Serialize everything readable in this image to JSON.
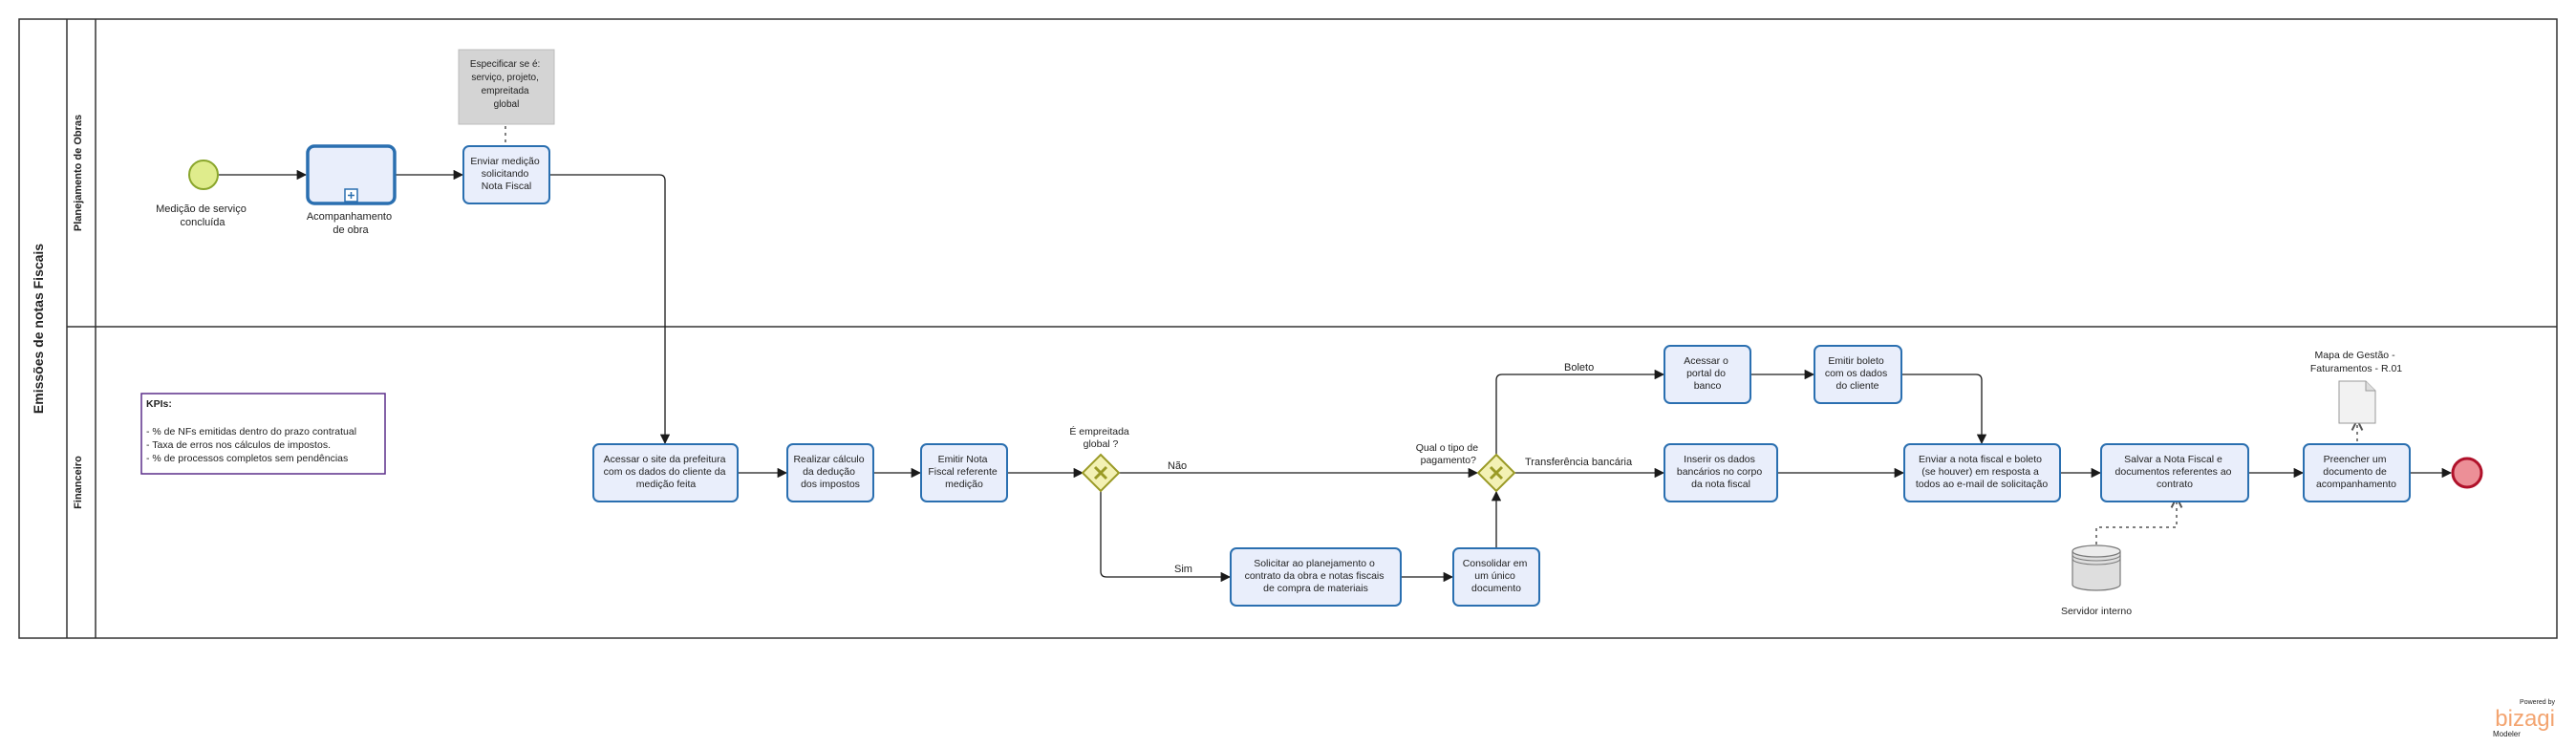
{
  "pool": {
    "name": "Emissões de notas Fiscais"
  },
  "lanes": [
    {
      "name": "Planejamento de Obras"
    },
    {
      "name": "Financeiro"
    }
  ],
  "events": {
    "start": {
      "label": [
        "Medição de serviço",
        "concluída"
      ],
      "color": "#dfec8c"
    },
    "end": {
      "color": "#ec8f97"
    }
  },
  "tasks": {
    "subprocess": [
      "Acompanhamento",
      "de obra"
    ],
    "enviar_medicao": [
      "Enviar medição",
      "solicitando",
      "Nota Fiscal"
    ],
    "acessar_site": [
      "Acessar o site da prefeitura",
      "com os dados do cliente da",
      "medição feita"
    ],
    "realizar_calculo": [
      "Realizar cálculo",
      "da dedução",
      "dos impostos"
    ],
    "emitir_nf": [
      "Emitir Nota",
      "Fiscal referente",
      "medição"
    ],
    "solicitar_planejamento": [
      "Solicitar ao planejamento o",
      "contrato da obra e notas fiscais",
      "de compra de materiais"
    ],
    "consolidar": [
      "Consolidar em",
      "um único",
      "documento"
    ],
    "acessar_portal": [
      "Acessar o",
      "portal do",
      "banco"
    ],
    "emitir_boleto": [
      "Emitir boleto",
      "com os dados",
      "do cliente"
    ],
    "inserir_dados": [
      "Inserir os dados",
      "bancários no corpo",
      "da nota fiscal"
    ],
    "enviar_nota": [
      "Enviar a nota fiscal e boleto",
      "(se houver) em resposta a",
      "todos ao e-mail de solicitação"
    ],
    "salvar_nota": [
      "Salvar a Nota Fiscal e",
      "documentos referentes ao",
      "contrato"
    ],
    "preencher": [
      "Preencher um",
      "documento de",
      "acompanhamento"
    ]
  },
  "gateways": {
    "empreitada": {
      "label": [
        "É empreitada",
        "global ?"
      ],
      "color": "#f3f1b4"
    },
    "tipo_pagamento": {
      "label": [
        "Qual o tipo de",
        "pagamento?"
      ],
      "color": "#f3f1b4"
    }
  },
  "flow_labels": {
    "nao": "Não",
    "sim": "Sim",
    "boleto": "Boleto",
    "transferencia": "Transferência bancária"
  },
  "annotation": [
    "Especificar se é:",
    "serviço, projeto,",
    "empreitada",
    "global"
  ],
  "kpis": {
    "title": "KPIs:",
    "items": [
      "- % de NFs emitidas dentro do prazo contratual",
      "- Taxa de erros nos cálculos de impostos.",
      "- % de processos completos sem pendências"
    ]
  },
  "data_store": {
    "label": "Servidor interno"
  },
  "document": {
    "label": [
      "Mapa de Gestão -",
      "Faturamentos - R.01"
    ]
  },
  "branding": {
    "powered": "Powered by",
    "brand": "bizagi",
    "product": "Modeler"
  }
}
